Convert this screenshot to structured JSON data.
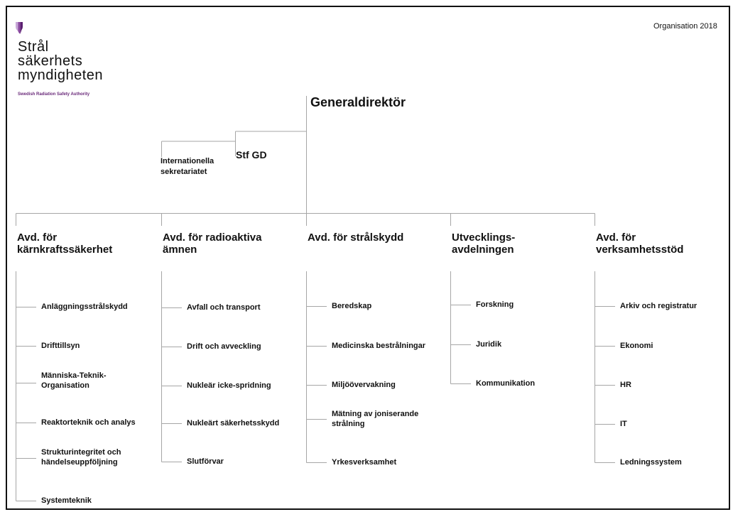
{
  "logo": {
    "lines": [
      "Strål",
      "säkerhets",
      "myndigheten"
    ],
    "subtitle": "Swedish Radiation Safety Authority",
    "mark_colors": [
      "#c8a8d8",
      "#8a4aa0",
      "#5a1f70"
    ]
  },
  "page_title": "Organisation 2018",
  "gd": {
    "label": "Generaldirektör"
  },
  "stf_gd": {
    "label": "Stf GD"
  },
  "international": {
    "label": "Internationella sekretariatet"
  },
  "departments": [
    {
      "title": "Avd. för kärnkraftssäkerhet",
      "units": [
        "Anläggningsstrålskydd",
        "Drifttillsyn",
        "Människa-Teknik-Organisation",
        "Reaktorteknik och analys",
        "Strukturintegritet och händelseuppföljning",
        "Systemteknik"
      ]
    },
    {
      "title": "Avd. för radioaktiva ämnen",
      "units": [
        "Avfall och transport",
        "Drift och avveckling",
        "Nukleär icke-spridning",
        "Nukleärt säkerhetsskydd",
        "Slutförvar"
      ]
    },
    {
      "title": "Avd. för strålskydd",
      "units": [
        "Beredskap",
        "Medicinska bestrålningar",
        "Miljöövervakning",
        "Mätning av joniserande strålning",
        "Yrkesverksamhet"
      ]
    },
    {
      "title": "Utvecklings- avdelningen",
      "units": [
        "Forskning",
        "Juridik",
        "Kommunikation"
      ]
    },
    {
      "title": "Avd. för verksamhetsstöd",
      "units": [
        "Arkiv och registratur",
        "Ekonomi",
        "HR",
        "IT",
        "Ledningssystem"
      ]
    }
  ],
  "colors": {
    "line": "#a6a6a6",
    "text": "#111111",
    "border": "#111111"
  }
}
